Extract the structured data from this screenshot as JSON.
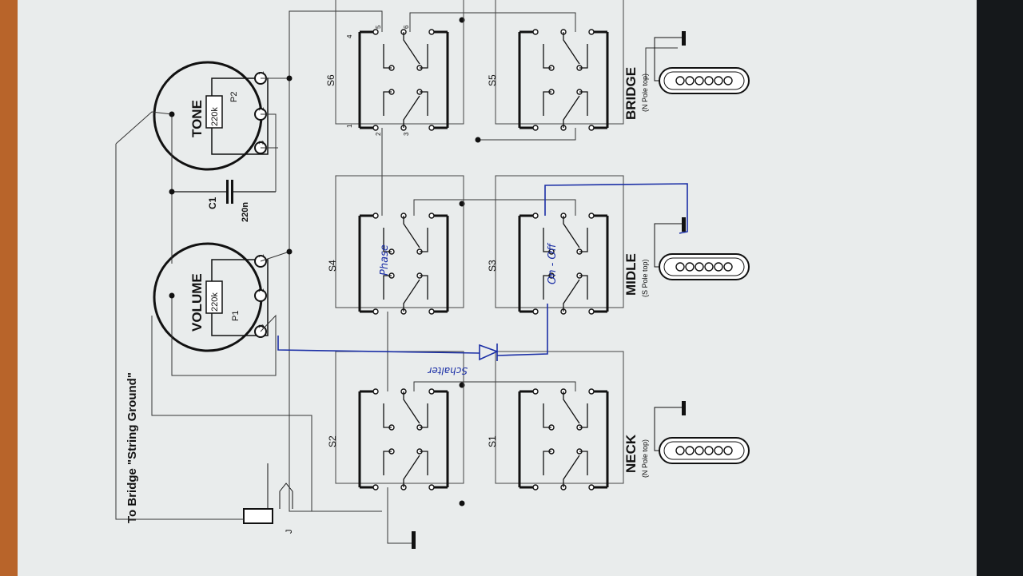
{
  "diagram": {
    "ground_label": "To Bridge \"String Ground\"",
    "pots": [
      {
        "id": "tone",
        "name": "TONE",
        "value": "220k",
        "ref": "P2",
        "lugs": [
          "1",
          "2",
          "3"
        ]
      },
      {
        "id": "volume",
        "name": "VOLUME",
        "value": "220k",
        "ref": "P1",
        "lugs": [
          "1",
          "2",
          "3"
        ]
      }
    ],
    "capacitor": {
      "ref": "C1",
      "value": "220n"
    },
    "jack": {
      "ref": "J"
    },
    "switches": [
      {
        "id": "s6",
        "label": "S6"
      },
      {
        "id": "s5",
        "label": "S5"
      },
      {
        "id": "s4",
        "label": "S4"
      },
      {
        "id": "s3",
        "label": "S3"
      },
      {
        "id": "s2",
        "label": "S2"
      },
      {
        "id": "s1",
        "label": "S1"
      }
    ],
    "pin_numbers": [
      "1",
      "2",
      "3",
      "4",
      "5",
      "6"
    ],
    "pickups": [
      {
        "id": "bridge",
        "name": "BRIDGE",
        "pole": "(N Pole top)"
      },
      {
        "id": "middle",
        "name": "MIDLE",
        "pole": "(S Pole top)"
      },
      {
        "id": "neck",
        "name": "NECK",
        "pole": "(N Pole top)"
      }
    ],
    "handwritten": {
      "phase": "Phase",
      "on_off": "On - Off",
      "diode": "Schalter"
    }
  },
  "colors": {
    "paper": "#e9ecec",
    "ink": "#111111",
    "pen": "#1b2fa6",
    "wood": "#b8642a"
  }
}
